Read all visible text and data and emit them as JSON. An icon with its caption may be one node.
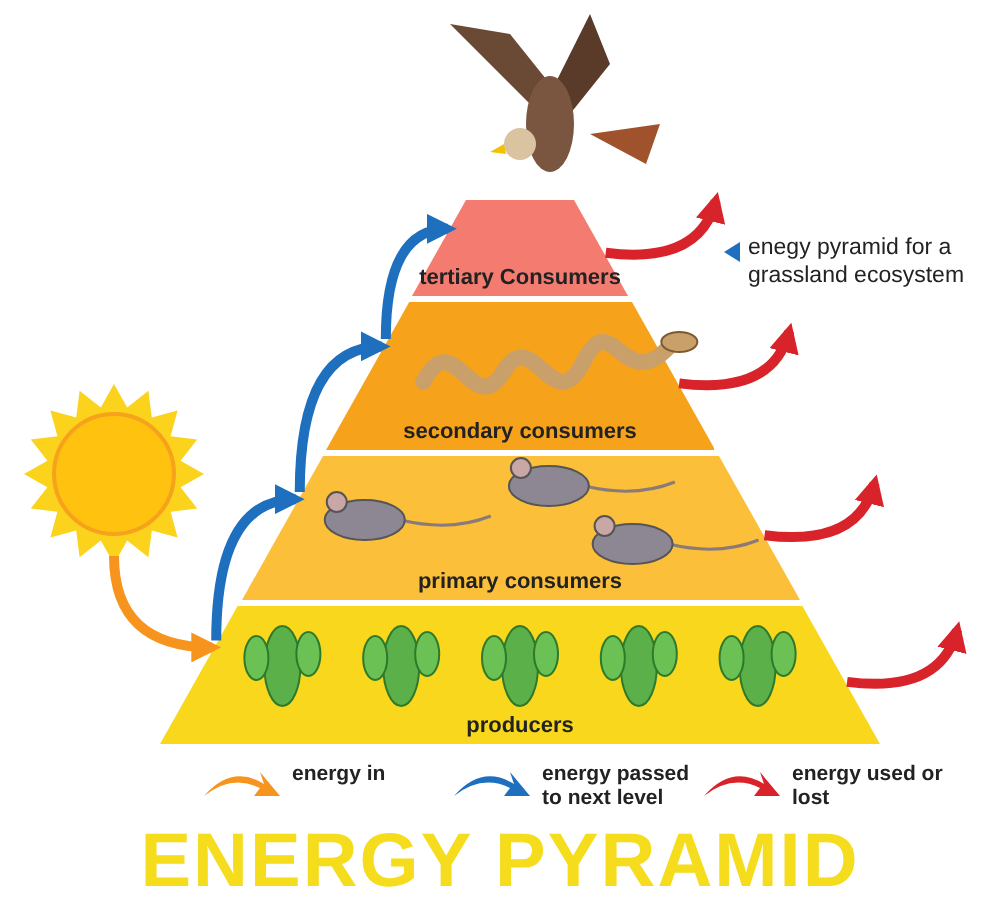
{
  "diagram": {
    "title": "ENERGY PYRAMID",
    "nodes": [
      {
        "text": [],
        "shape": "picture"
      },
      {
        "text": [
          "producers"
        ]
      },
      {
        "text": [
          "primary consumers"
        ]
      },
      {
        "text": [
          "secondary consumers"
        ]
      },
      {
        "text": [
          "tertiary Consumers"
        ]
      }
    ],
    "edges": [
      {
        "from": 0,
        "to": 1,
        "arrow": "to",
        "color": "#f7941d"
      },
      {
        "from": 1,
        "to": 2,
        "arrow": "to",
        "color": "#1f6fbf"
      },
      {
        "from": 2,
        "to": 3,
        "arrow": "to",
        "color": "#1f6fbf"
      },
      {
        "from": 3,
        "to": 4,
        "arrow": "to",
        "color": "#1f6fbf"
      },
      {
        "from": 4,
        "to": null,
        "arrow": "to",
        "color": "#d8232a"
      },
      {
        "from": 3,
        "to": null,
        "arrow": "to",
        "color": "#d8232a"
      },
      {
        "from": 2,
        "to": null,
        "arrow": "to",
        "color": "#d8232a"
      },
      {
        "from": 1,
        "to": null,
        "arrow": "to",
        "color": "#d8232a"
      }
    ],
    "labels": [
      "enegy pyramid for a grassland ecosystem"
    ],
    "legend": [
      {
        "text": "energy in",
        "color": "#f7941d"
      },
      {
        "text": "energy passed to next level",
        "color": "#1f6fbf"
      },
      {
        "text": "energy used or lost",
        "color": "#d8232a"
      }
    ]
  }
}
